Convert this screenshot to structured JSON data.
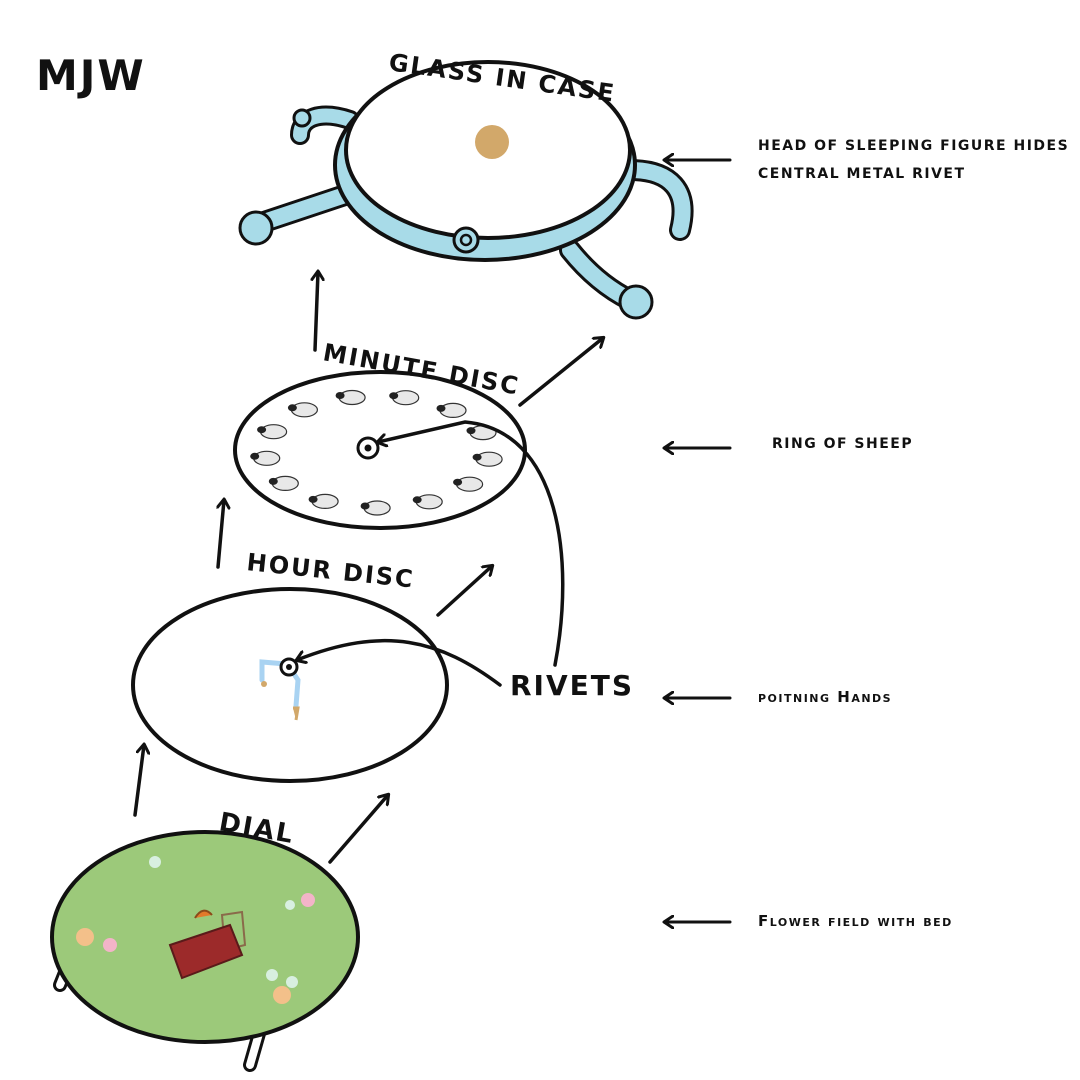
{
  "logo": "MJW",
  "labels": {
    "glass": "GLASS IN CASE",
    "minute": "MINUTE DISC",
    "hour": "HOUR DISC",
    "dial": "DIAL",
    "rivets": "RIVETS"
  },
  "notes": {
    "glass_line1": "HEAD OF SLEEPING FIGURE HIDES",
    "glass_line2": "CENTRAL METAL RIVET",
    "sheep": "RING OF SHEEP",
    "hands": "poitning Hands",
    "field": "Flower field with bed"
  },
  "colors": {
    "ink": "#111111",
    "glass_blue": "#a8dbe8",
    "field_green": "#9cc97a",
    "rivet_tan": "#d2a86a",
    "hand_blue": "#a9d3f2",
    "bed_red": "#9c2a2a",
    "flower_pink": "#f3b4c8",
    "flower_orange": "#f3c08a"
  }
}
